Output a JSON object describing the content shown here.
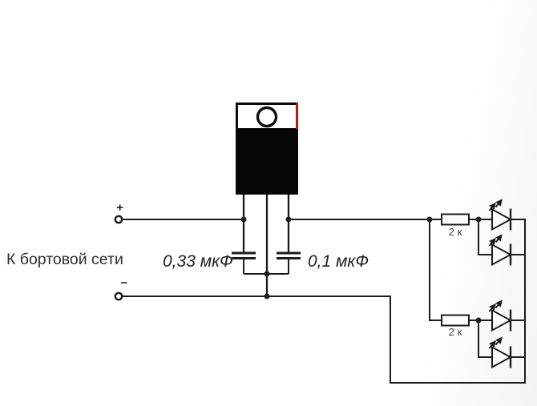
{
  "labels": {
    "source": "К бортовой сети",
    "plus": "+",
    "minus": "−"
  },
  "capacitors": [
    {
      "label": "0,33 мкФ"
    },
    {
      "label": "0,1 мкФ"
    }
  ],
  "resistors": [
    {
      "label": "2 к"
    },
    {
      "label": "2 к"
    }
  ],
  "colors": {
    "wire": "#1c1c1c",
    "text": "#2d2d2d",
    "resistor_text": "#3f3f3f",
    "accent_red": "#cc1111",
    "regulator_body": "#060606",
    "background": "#ffffff"
  }
}
